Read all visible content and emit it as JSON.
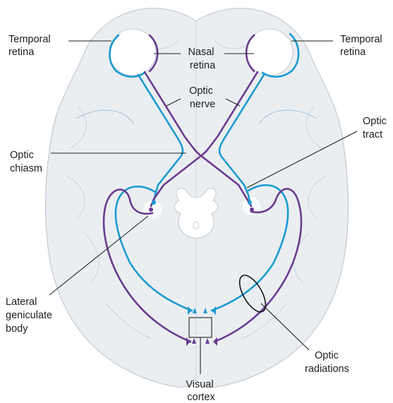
{
  "labels": {
    "temporal_retina_left": [
      "Temporal",
      "retina"
    ],
    "temporal_retina_right": [
      "Temporal",
      "retina"
    ],
    "nasal_retina": [
      "Nasal",
      "retina"
    ],
    "optic_nerve": [
      "Optic",
      "nerve"
    ],
    "optic_tract": [
      "Optic",
      "tract"
    ],
    "optic_chiasm": [
      "Optic",
      "chiasm"
    ],
    "lateral_geniculate_body": [
      "Lateral",
      "geniculate",
      "body"
    ],
    "optic_radiations": [
      "Optic",
      "radiations"
    ],
    "visual_cortex": [
      "Visual",
      "cortex"
    ]
  },
  "colors": {
    "temporal_pathway": "#1a9bd0",
    "nasal_pathway": "#6b3a8f",
    "brain_fill": "#ebeef1",
    "brain_outline": "#c6cdd5",
    "label_text": "#1e1e1e"
  }
}
